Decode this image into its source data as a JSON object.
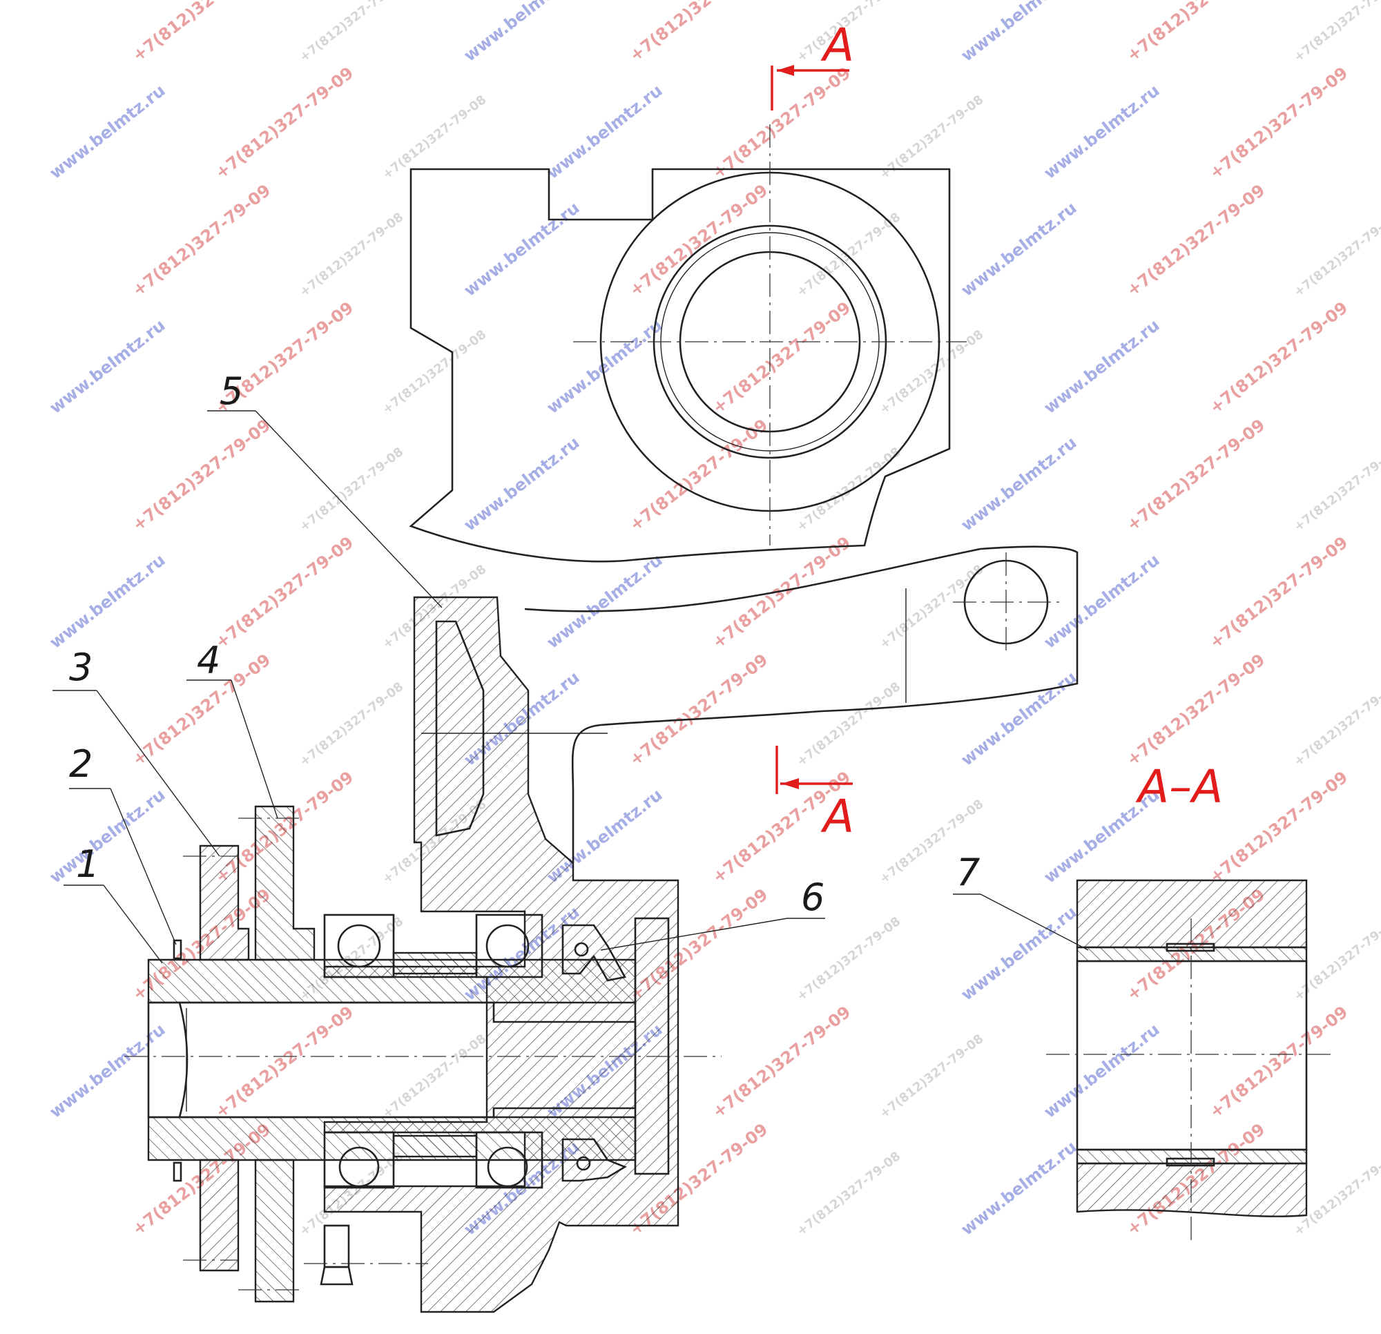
{
  "callouts": [
    {
      "id": "1",
      "text": "1"
    },
    {
      "id": "2",
      "text": "2"
    },
    {
      "id": "3",
      "text": "3"
    },
    {
      "id": "4",
      "text": "4"
    },
    {
      "id": "5",
      "text": "5"
    },
    {
      "id": "6",
      "text": "6"
    },
    {
      "id": "7",
      "text": "7"
    }
  ],
  "section": {
    "marker_top": "A",
    "marker_bottom": "A",
    "view_title": "A–A"
  },
  "watermarks": {
    "site": "www.belmtz.ru",
    "phone": "+7(812)327-79-09",
    "phone_alt": "+7(812)327-79-08"
  },
  "colors": {
    "line": "#222222",
    "section_marks": "#e21b1b",
    "watermark_red": "#e8a0a0",
    "watermark_blue": "#a6aee6"
  }
}
